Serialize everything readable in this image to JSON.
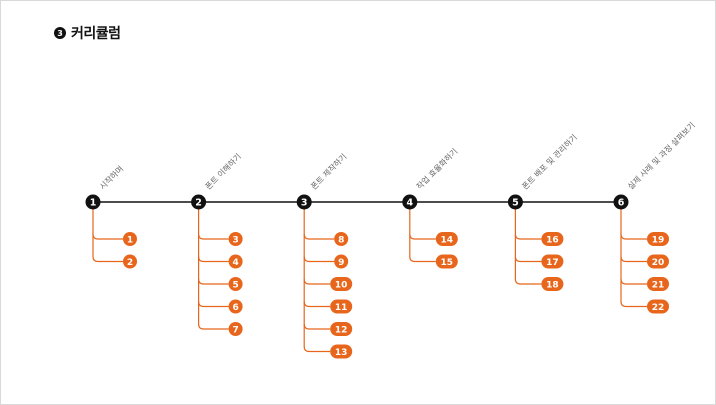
{
  "title": {
    "badge": "3",
    "text": "커리큘럼"
  },
  "colors": {
    "stage_node": "#111111",
    "line": "#111111",
    "branch": "#e8661c",
    "pill": "#e8661c",
    "pill_text": "#ffffff",
    "label": "#666666"
  },
  "stages": [
    {
      "number": "1",
      "label": "시작하며",
      "lessons": [
        "1",
        "2"
      ]
    },
    {
      "number": "2",
      "label": "폰트 이해하기",
      "lessons": [
        "3",
        "4",
        "5",
        "6",
        "7"
      ]
    },
    {
      "number": "3",
      "label": "폰트 제작하기",
      "lessons": [
        "8",
        "9",
        "10",
        "11",
        "12",
        "13"
      ]
    },
    {
      "number": "4",
      "label": "작업 효율화하기",
      "lessons": [
        "14",
        "15"
      ]
    },
    {
      "number": "5",
      "label": "폰트 배포 및 관리하기",
      "lessons": [
        "16",
        "17",
        "18"
      ]
    },
    {
      "number": "6",
      "label": "실제 사례 및 과정 살펴보기",
      "lessons": [
        "19",
        "20",
        "21",
        "22"
      ]
    }
  ]
}
